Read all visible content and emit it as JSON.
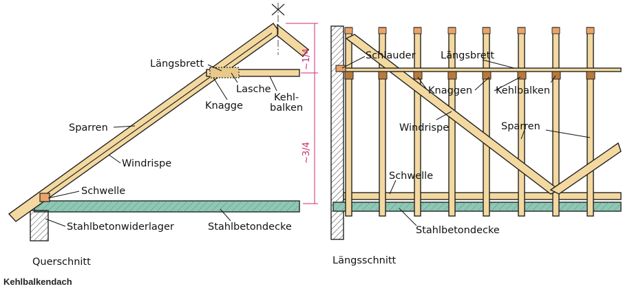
{
  "title": "Kehlbalkendach",
  "views": {
    "cross": {
      "caption": "Querschnitt",
      "labels": {
        "laengsbrett": "Längsbrett",
        "lasche": "Lasche",
        "knagge": "Knagge",
        "kehl": "Kehl-",
        "balken": "balken",
        "sparren": "Sparren",
        "windrispe": "Windrispe",
        "schwelle": "Schwelle",
        "widerlager": "Stahlbetonwiderlager",
        "decke": "Stahlbetondecke"
      },
      "dims": {
        "upper": "~1/4",
        "lower": "~3/4"
      }
    },
    "long": {
      "caption": "Längsschnitt",
      "labels": {
        "schlauder": "Schlauder",
        "laengsbrett": "Längsbrett",
        "knaggen": "Knaggen",
        "kehlbalken": "Kehlbalken",
        "windrispe": "Windrispe",
        "sparren": "Sparren",
        "schwelle": "Schwelle",
        "decke": "Stahlbetondecke"
      }
    }
  },
  "colors": {
    "wood": "#f3d9a0",
    "concrete": "#8fc7b5",
    "dimension": "#d0286e",
    "line": "#222222"
  }
}
